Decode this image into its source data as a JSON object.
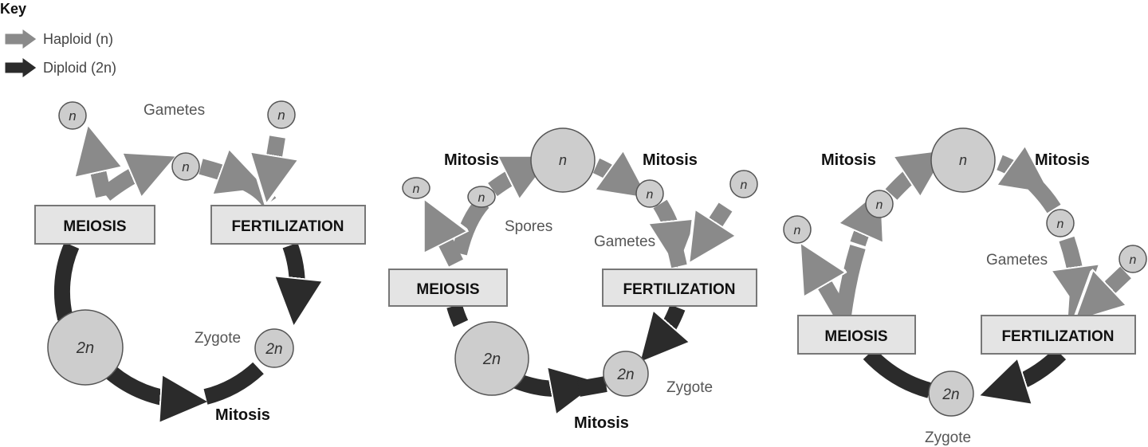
{
  "key": {
    "title": "Key",
    "haploid": "Haploid (n)",
    "diploid": "Diploid (2n)",
    "colors": {
      "haploid": "#8a8a8a",
      "diploid": "#2b2b2b"
    }
  },
  "cycles": [
    {
      "meiosis": "MEIOSIS",
      "fertilization": "FERTILIZATION",
      "gametes": "Gametes",
      "zygote": "Zygote",
      "mitosis": "Mitosis",
      "cells": {
        "gamete_left": "n",
        "gamete_mid": "n",
        "gamete_right": "n",
        "zygote": "2n",
        "organism": "2n"
      }
    },
    {
      "meiosis": "MEIOSIS",
      "fertilization": "FERTILIZATION",
      "spores": "Spores",
      "gametes": "Gametes",
      "zygote": "Zygote",
      "mitosis_left": "Mitosis",
      "mitosis_right": "Mitosis",
      "mitosis_bottom": "Mitosis",
      "cells": {
        "spore_out": "n",
        "spore_in": "n",
        "organism_n": "n",
        "gamete_in": "n",
        "gamete_out": "n",
        "organism_2n": "2n",
        "zygote": "2n"
      }
    },
    {
      "meiosis": "MEIOSIS",
      "fertilization": "FERTILIZATION",
      "gametes": "Gametes",
      "zygote": "Zygote",
      "mitosis_left": "Mitosis",
      "mitosis_right": "Mitosis",
      "cells": {
        "spore_out": "n",
        "spore_in": "n",
        "organism_n": "n",
        "gamete_in": "n",
        "gamete_out": "n",
        "zygote": "2n"
      }
    }
  ]
}
